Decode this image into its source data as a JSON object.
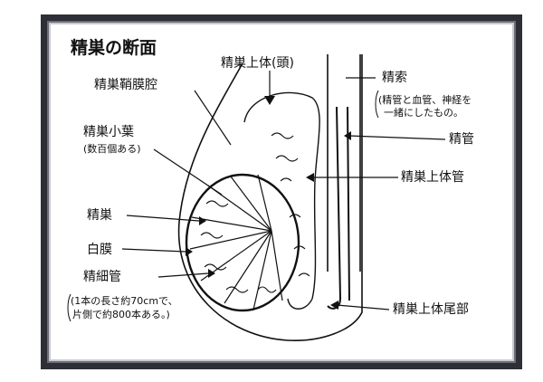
{
  "title": "精巣の断面",
  "labels": {
    "tunica_cavity": "精巣鞘膜腔",
    "head_epididymis": "精巣上体(頭)",
    "spermatic_cord": "精索",
    "cord_note_1": "(精管と血管、神経を",
    "cord_note_2": "一緒にしたもの。",
    "lobule": "精巣小葉",
    "lobule_note": "(数百個ある)",
    "vas_deferens": "精管",
    "epididymal_duct": "精巣上体管",
    "testis": "精巣",
    "albuginea": "白膜",
    "seminiferous": "精細管",
    "seminiferous_note_1": "(1本の長さ約70cmで、",
    "seminiferous_note_2": "片側で約800本ある。)",
    "tail_epididymis": "精巣上体尾部"
  }
}
